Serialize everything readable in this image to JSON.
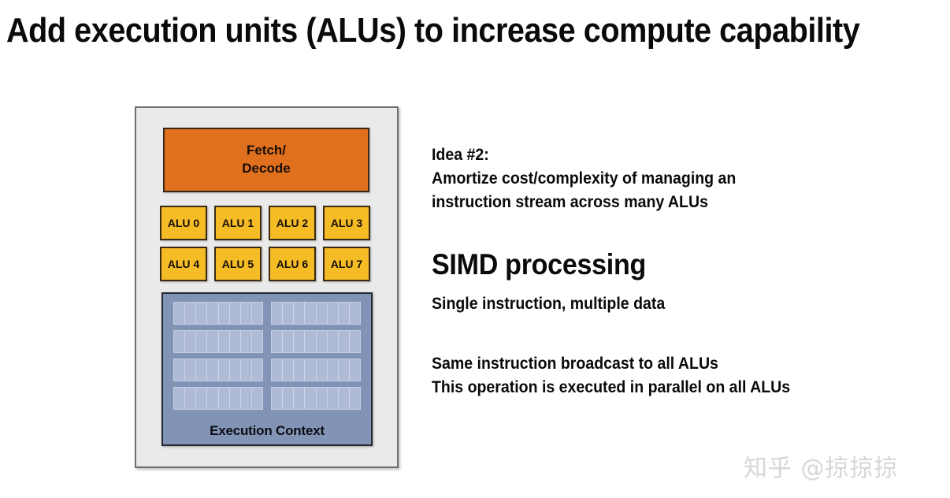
{
  "slide": {
    "title": "Add execution units (ALUs) to increase compute capability"
  },
  "diagram": {
    "fetch_decode": {
      "line1": "Fetch/",
      "line2": "Decode"
    },
    "alus": [
      {
        "label": "ALU 0"
      },
      {
        "label": "ALU 1"
      },
      {
        "label": "ALU 2"
      },
      {
        "label": "ALU 3"
      },
      {
        "label": "ALU 4"
      },
      {
        "label": "ALU 5"
      },
      {
        "label": "ALU 6"
      },
      {
        "label": "ALU 7"
      }
    ],
    "execution_context": {
      "label": "Execution Context",
      "register_block_count": 8,
      "cells_per_block": 8
    },
    "colors": {
      "panel_background": "#eaeaea",
      "panel_border": "#6e6e6e",
      "fetch_decode_fill": "#e1701e",
      "alu_fill": "#f5bc26",
      "unit_border": "#3a2a14",
      "execution_context_fill": "#8294b5",
      "register_fill": "#aebad6",
      "register_border": "#c4cee3"
    }
  },
  "notes": {
    "idea_label": "Idea #2:",
    "idea_line1": "Amortize cost/complexity of managing an",
    "idea_line2": "instruction stream across many ALUs",
    "simd_heading": "SIMD processing",
    "simd_subtitle": "Single instruction, multiple data",
    "broadcast_line1": "Same instruction broadcast to all ALUs",
    "broadcast_line2": "This operation is executed in parallel on all ALUs"
  },
  "watermark": {
    "text": "知乎 @掠掠掠"
  }
}
